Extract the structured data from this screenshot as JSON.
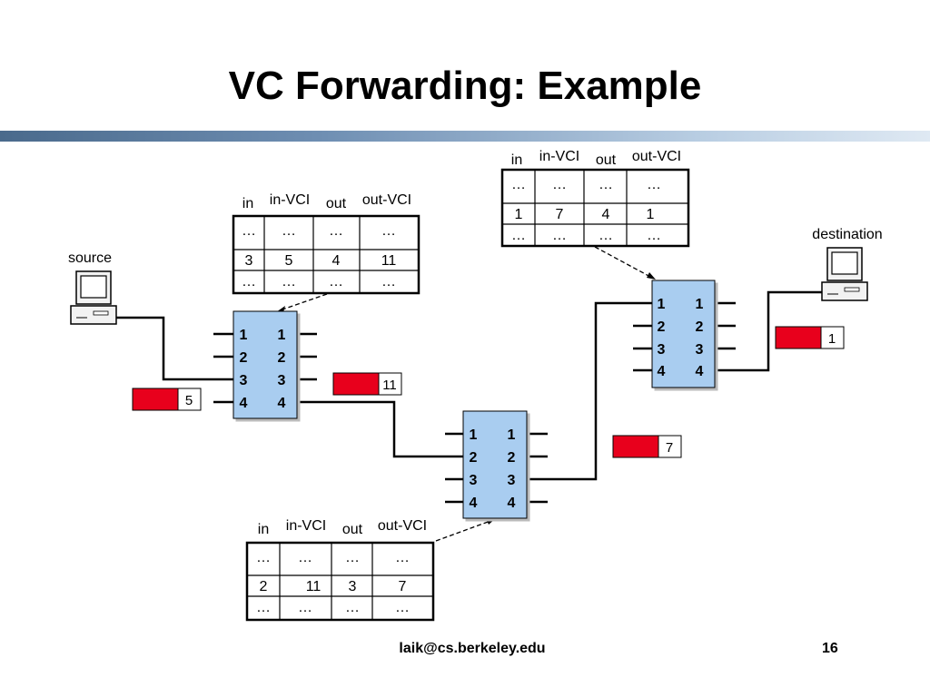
{
  "title": "VC Forwarding: Example",
  "footer": {
    "email": "laik@cs.berkeley.edu",
    "page": "16"
  },
  "labels": {
    "source": "source",
    "destination": "destination"
  },
  "table_headers": [
    "in",
    "in-VCI",
    "out",
    "out-VCI"
  ],
  "ellipsis": "…",
  "tables": [
    {
      "id": "switch-1",
      "row": [
        "3",
        "5",
        "4",
        "11"
      ]
    },
    {
      "id": "switch-2",
      "row": [
        "2",
        "11",
        "3",
        "7"
      ]
    },
    {
      "id": "switch-3",
      "row": [
        "1",
        "7",
        "4",
        "1"
      ]
    }
  ],
  "ports": [
    "1",
    "2",
    "3",
    "4"
  ],
  "packets": [
    {
      "id": "pkt-source",
      "vci": "5"
    },
    {
      "id": "pkt-hop1",
      "vci": "11"
    },
    {
      "id": "pkt-hop2",
      "vci": "7"
    },
    {
      "id": "pkt-dest",
      "vci": "1"
    }
  ],
  "colors": {
    "switch_fill": "#a9cdf0",
    "packet_red": "#e8001c",
    "title_bar": "#4a6a8c"
  }
}
